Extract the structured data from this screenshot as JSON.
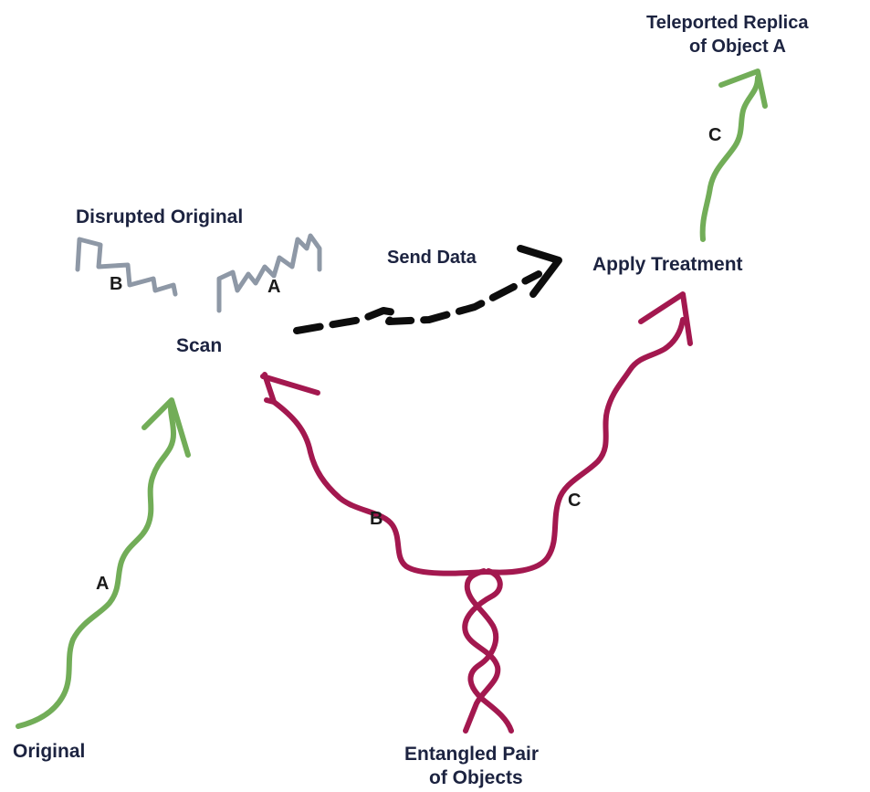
{
  "labels": {
    "original": "Original",
    "scan": "Scan",
    "disrupted_original": "Disrupted Original",
    "send_data": "Send Data",
    "apply_treatment": "Apply Treatment",
    "teleported_line1": "Teleported Replica",
    "teleported_line2": "of Object A",
    "entangled_line1": "Entangled Pair",
    "entangled_line2": "of Objects"
  },
  "letters": {
    "a_original_path": "A",
    "a_disrupted": "A",
    "b_disrupted": "B",
    "b_entangled_path": "B",
    "c_entangled_path": "C",
    "c_teleported_path": "C"
  },
  "colors": {
    "object_a_path": "#72ad58",
    "entangled_pair": "#a3184f",
    "disrupted_original": "#8e98a6",
    "data_transmission": "#0d0d0d",
    "label_text": "#1c2340"
  }
}
